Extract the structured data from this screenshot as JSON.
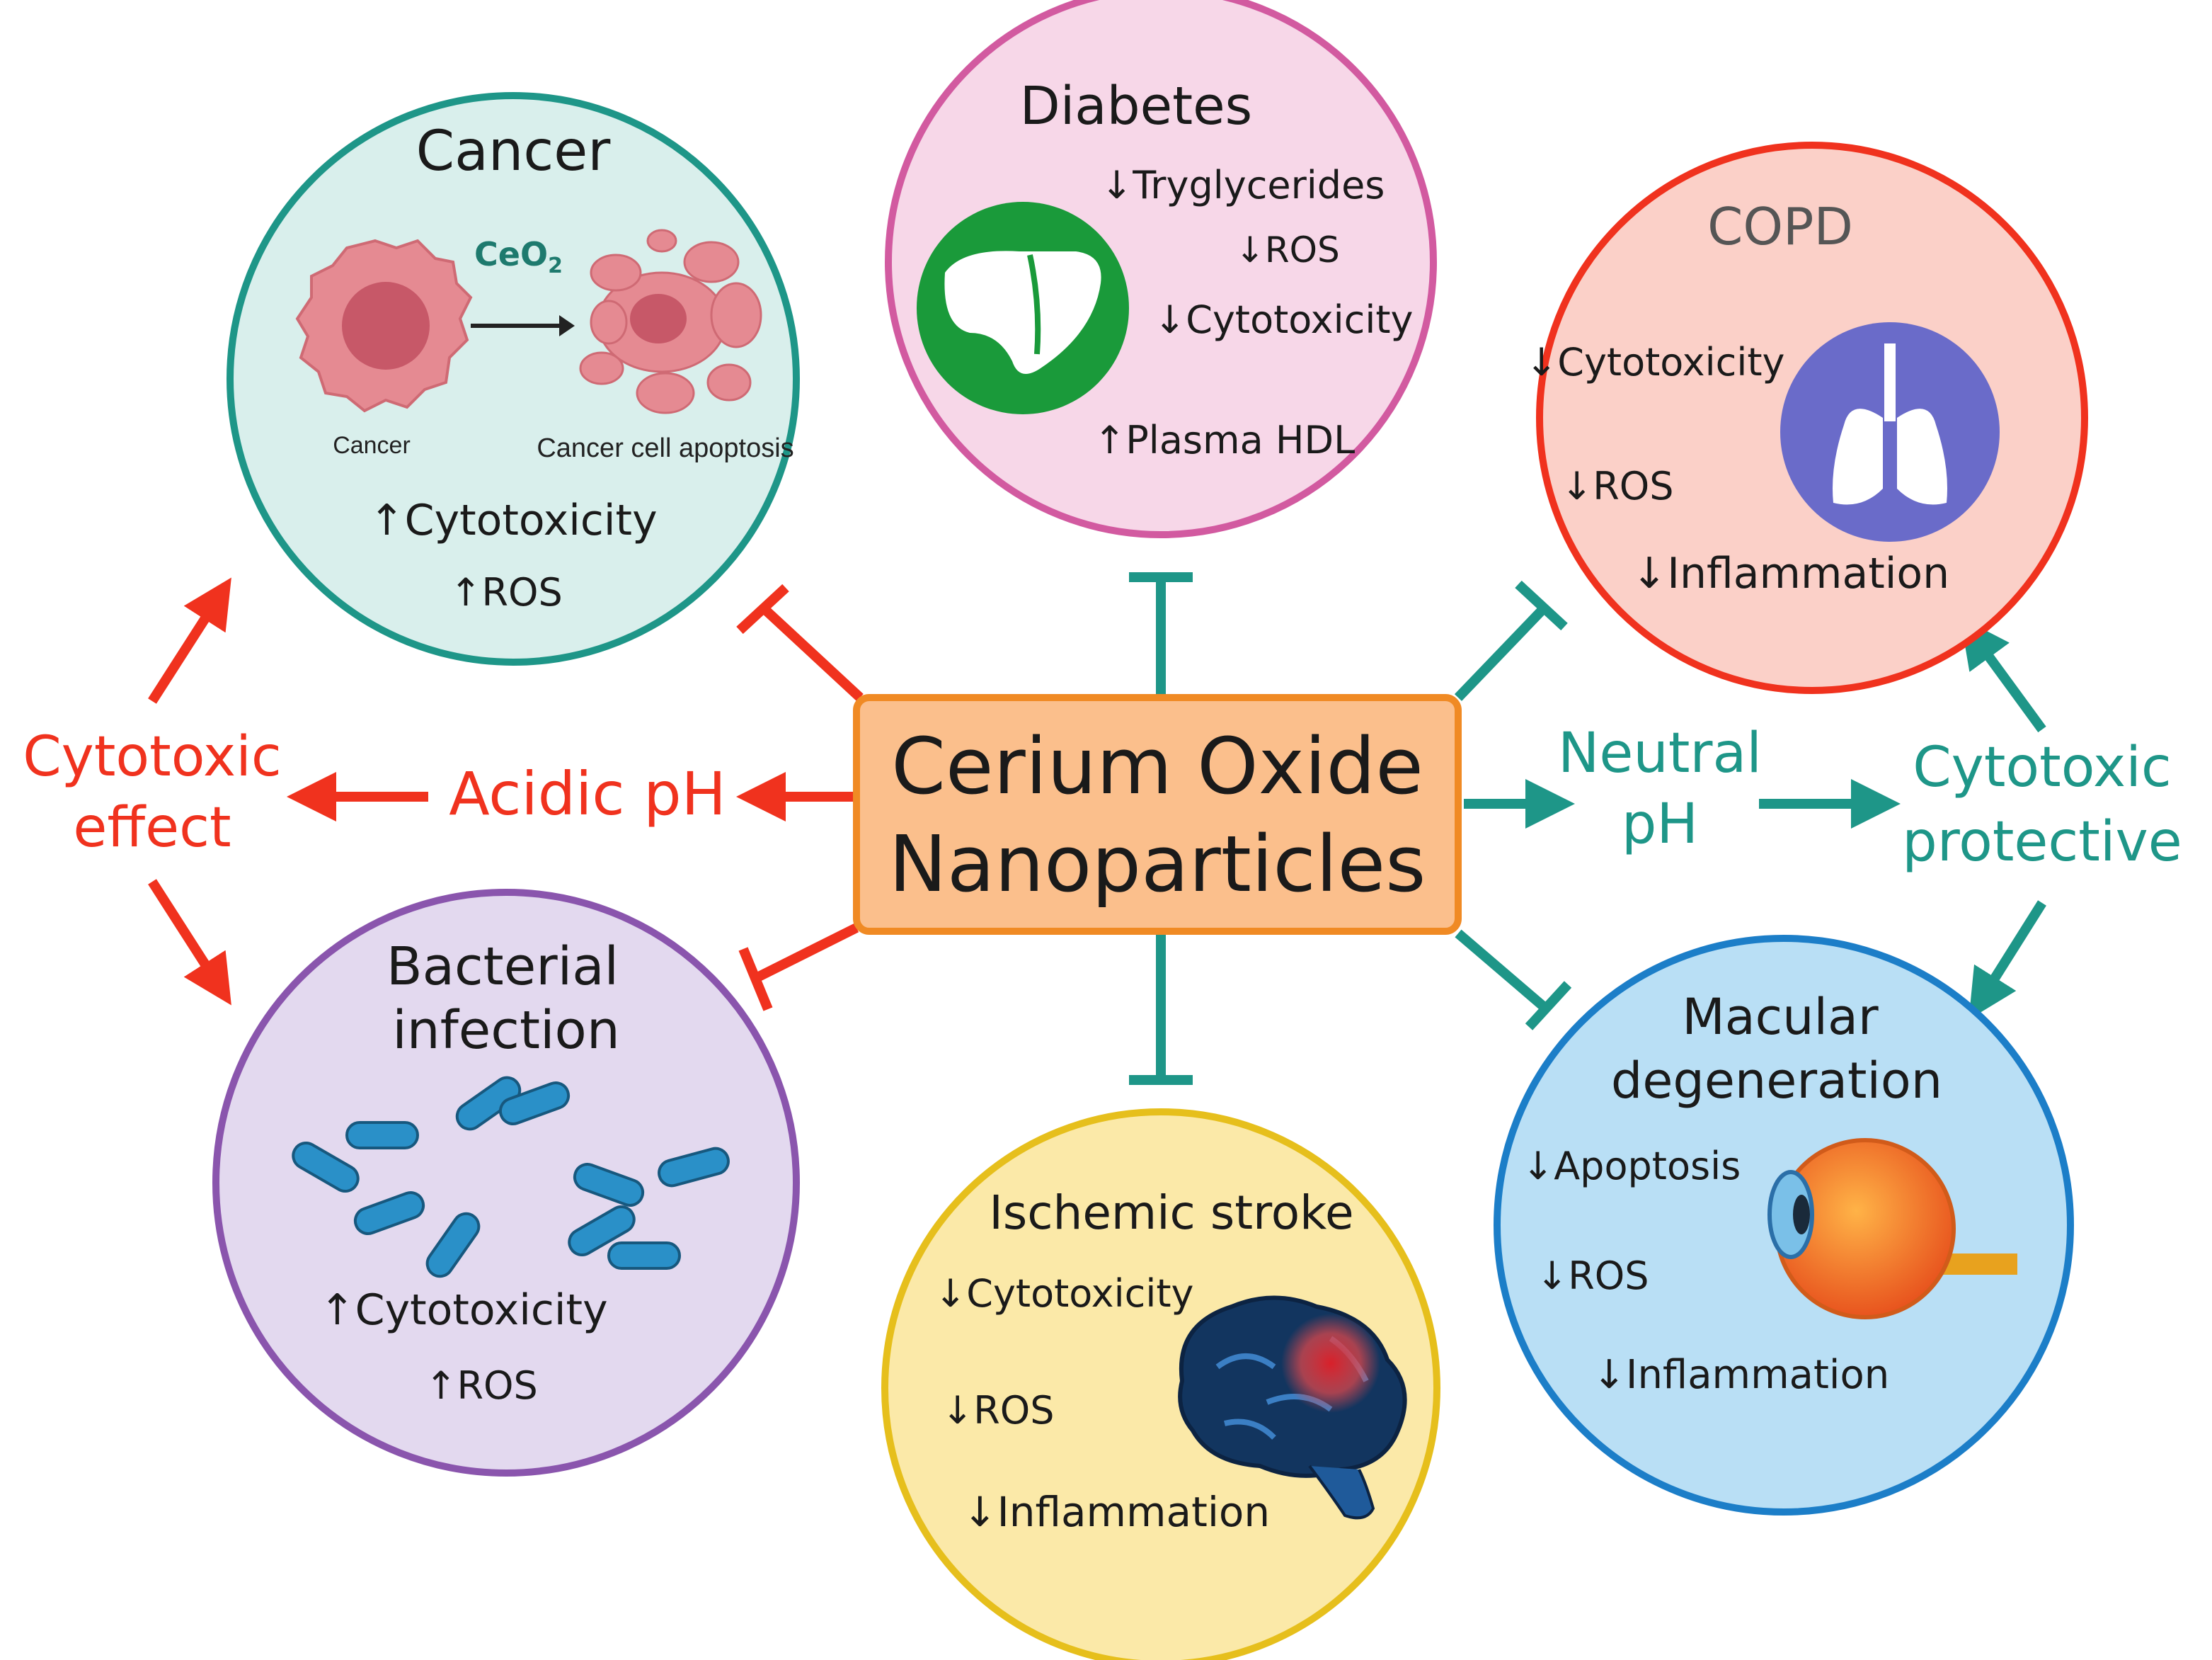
{
  "center": {
    "line1": "Cerium Oxide",
    "line2": "Nanoparticles"
  },
  "left_path": {
    "condition": "Acidic pH",
    "effect_line1": "Cytotoxic",
    "effect_line2": "effect"
  },
  "right_path": {
    "condition_line1": "Neutral",
    "condition_line2": "pH",
    "effect_line1": "Cytotoxic",
    "effect_line2": "protective"
  },
  "cancer": {
    "title": "Cancer",
    "agent": "CeO",
    "agent_sub": "2",
    "before_label": "Cancer",
    "after_label": "Cancer cell apoptosis",
    "effects": [
      "↑Cytotoxicity",
      "↑ROS"
    ]
  },
  "diabetes": {
    "title": "Diabetes",
    "effects": [
      "↓Tryglycerides",
      "↓ROS",
      "↓Cytotoxicity",
      "↑Plasma HDL"
    ]
  },
  "copd": {
    "title": "COPD",
    "effects": [
      "↓Cytotoxicity",
      "↓ROS",
      "↓Inflammation"
    ]
  },
  "bacterial": {
    "title_line1": "Bacterial",
    "title_line2": "infection",
    "effects": [
      "↑Cytotoxicity",
      "↑ROS"
    ]
  },
  "stroke": {
    "title": "Ischemic stroke",
    "effects": [
      "↓Cytotoxicity",
      "↓ROS",
      "↓Inflammation"
    ]
  },
  "macular": {
    "title_line1": "Macular",
    "title_line2": "degeneration",
    "effects": [
      "↓Apoptosis",
      "↓ROS",
      "↓Inflammation"
    ]
  },
  "colors": {
    "red": "#f0321e",
    "teal": "#1e9688",
    "center_fill": "#fbbf8c",
    "center_stroke": "#f08a24"
  },
  "icons": [
    "cancer-cell-icon",
    "apoptotic-cell-icon",
    "liver-icon",
    "lungs-icon",
    "bacteria-icon",
    "brain-icon",
    "eye-icon"
  ]
}
